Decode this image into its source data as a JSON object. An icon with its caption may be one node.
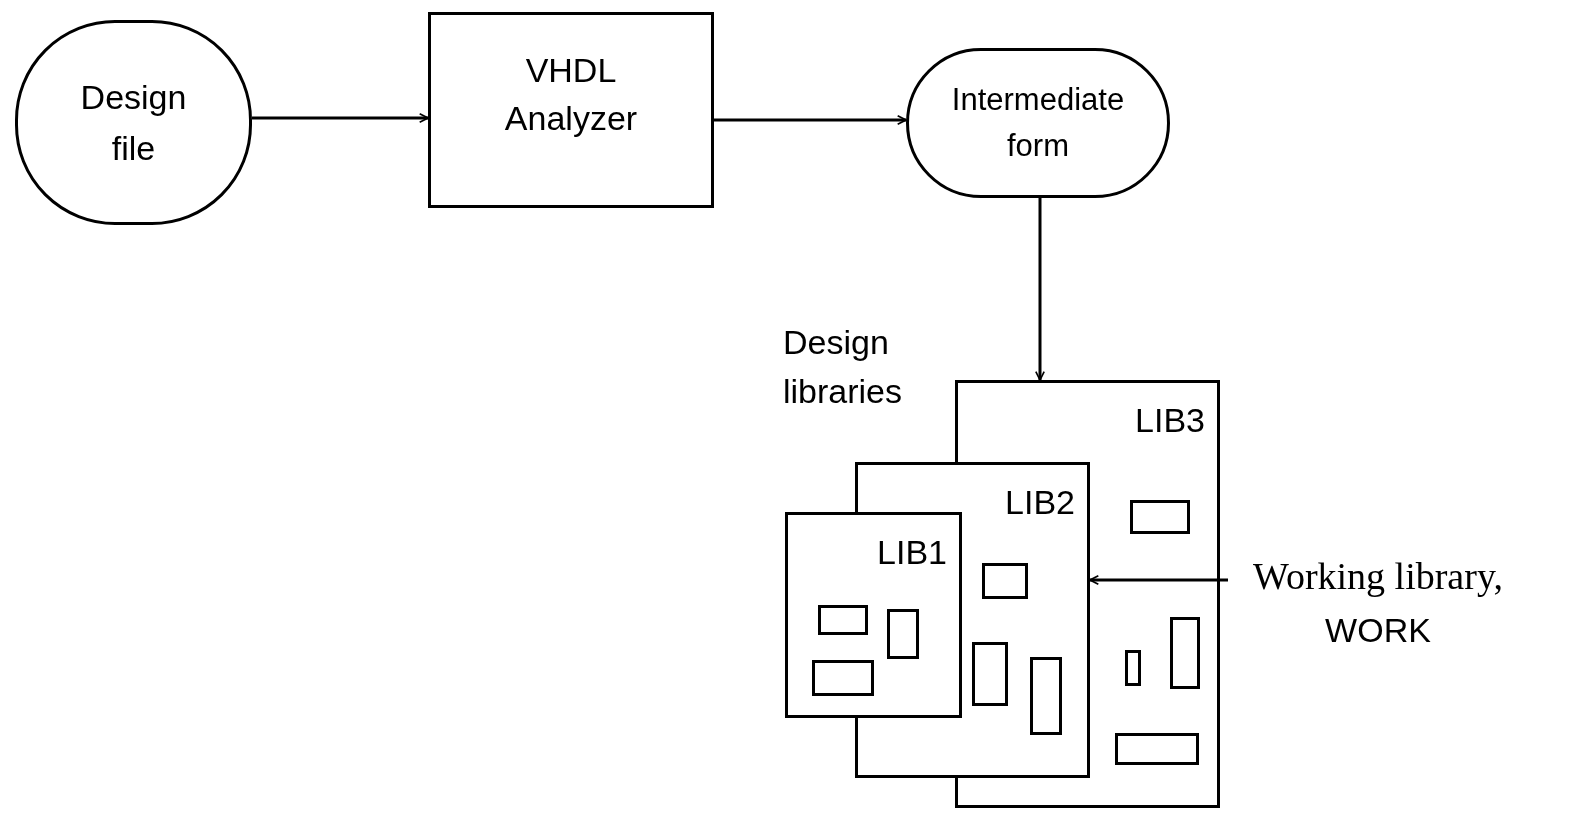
{
  "diagram": {
    "nodes": [
      {
        "text": [
          "Design file"
        ]
      },
      {
        "text": [
          "VHDL Analyzer"
        ]
      },
      {
        "text": [
          "Intermediate form"
        ]
      },
      {
        "text": [
          "LIB3"
        ]
      },
      {
        "text": [
          "LIB2"
        ]
      },
      {
        "text": [
          "LIB1"
        ]
      },
      {
        "text": [
          "Working library,",
          "WORK"
        ]
      },
      {
        "text": [],
        "shape": "box",
        "in": 3
      },
      {
        "text": [],
        "shape": "box",
        "in": 3
      },
      {
        "text": [],
        "shape": "box",
        "in": 3
      },
      {
        "text": [],
        "shape": "box",
        "in": 3
      },
      {
        "text": [],
        "shape": "box"
      },
      {
        "text": [],
        "shape": "box"
      },
      {
        "text": [],
        "shape": "box"
      },
      {
        "text": [],
        "shape": "box",
        "in": 5
      },
      {
        "text": [],
        "shape": "box"
      },
      {
        "text": [],
        "shape": "box",
        "in": 5
      }
    ],
    "edges": [
      {
        "from": 0,
        "to": 1,
        "arrow": "to"
      },
      {
        "from": 1,
        "to": 2,
        "arrow": "to"
      },
      {
        "from": 2,
        "to": 3,
        "arrow": "to"
      },
      {
        "from": 6,
        "to": 4,
        "arrow": "to"
      }
    ],
    "labels": [
      "Design libraries"
    ]
  }
}
